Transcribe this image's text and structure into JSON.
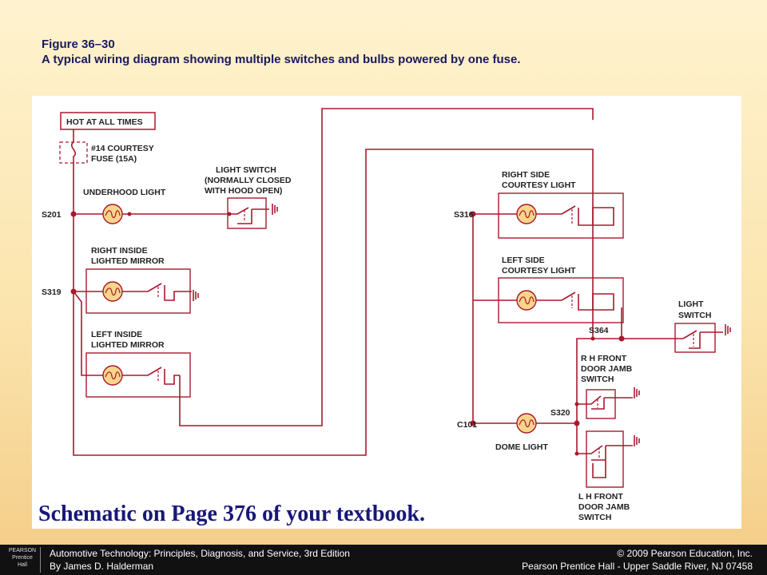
{
  "caption": {
    "figure": "Figure 36–30",
    "description": "A typical wiring diagram showing multiple switches and bulbs powered by one fuse."
  },
  "diagram": {
    "hot_label": "HOT AT ALL TIMES",
    "fuse_line1": "#14 COURTESY",
    "fuse_line2": "FUSE (15A)",
    "underhood_light": "UNDERHOOD LIGHT",
    "light_switch_1": "LIGHT SWITCH",
    "light_switch_2": "(NORMALLY CLOSED",
    "light_switch_3": "WITH HOOD OPEN)",
    "s201": "S201",
    "right_mirror_1": "RIGHT INSIDE",
    "right_mirror_2": "LIGHTED MIRROR",
    "s319": "S319",
    "left_mirror_1": "LEFT INSIDE",
    "left_mirror_2": "LIGHTED MIRROR",
    "right_courtesy_1": "RIGHT SIDE",
    "right_courtesy_2": "COURTESY LIGHT",
    "s316": "S316",
    "left_courtesy_1": "LEFT SIDE",
    "left_courtesy_2": "COURTESY LIGHT",
    "light_switch_b1": "LIGHT",
    "light_switch_b2": "SWITCH",
    "s364": "S364",
    "rh_jamb_1": "R H FRONT",
    "rh_jamb_2": "DOOR JAMB",
    "rh_jamb_3": "SWITCH",
    "c101": "C101",
    "s320": "S320",
    "dome_light": "DOME LIGHT",
    "lh_jamb_1": "L H FRONT",
    "lh_jamb_2": "DOOR JAMB",
    "lh_jamb_3": "SWITCH"
  },
  "note": "Schematic on Page 376 of your textbook.",
  "footer": {
    "logo_1": "PEARSON",
    "logo_2": "Prentice",
    "logo_3": "Hall",
    "left_1": "Automotive Technology: Principles, Diagnosis, and Service, 3rd Edition",
    "left_2": "By James D. Halderman",
    "right_1": "© 2009 Pearson Education, Inc.",
    "right_2": "Pearson Prentice Hall - Upper Saddle River, NJ 07458"
  },
  "colors": {
    "wire": "#a8192e",
    "bulb": "#f8d58a",
    "caption": "#1a1a5e",
    "note": "#17177a"
  }
}
